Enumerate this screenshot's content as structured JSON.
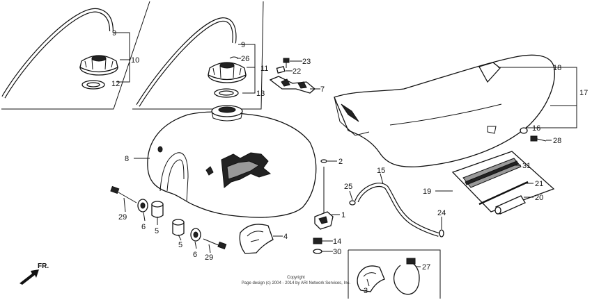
{
  "callouts": {
    "c1": "1",
    "c2": "2",
    "c3": "3",
    "c4": "4",
    "c5a": "5",
    "c5b": "5",
    "c6a": "6",
    "c6b": "6",
    "c7": "7",
    "c8": "8",
    "c9a": "9",
    "c9b": "9",
    "c10": "10",
    "c11": "11",
    "c12": "12",
    "c13": "13",
    "c14": "14",
    "c15": "15",
    "c16": "16",
    "c17": "17",
    "c18": "18",
    "c19": "19",
    "c20": "20",
    "c21": "21",
    "c22": "22",
    "c23": "23",
    "c24": "24",
    "c25": "25",
    "c26": "26",
    "c27": "27",
    "c28": "28",
    "c29a": "29",
    "c29b": "29",
    "c30": "30",
    "c31": "31"
  },
  "direction_label": "FR.",
  "copyright": {
    "line1": "Copyright",
    "line2": "Page design (c) 2004 - 2014 by ARI Network Services, Inc."
  }
}
